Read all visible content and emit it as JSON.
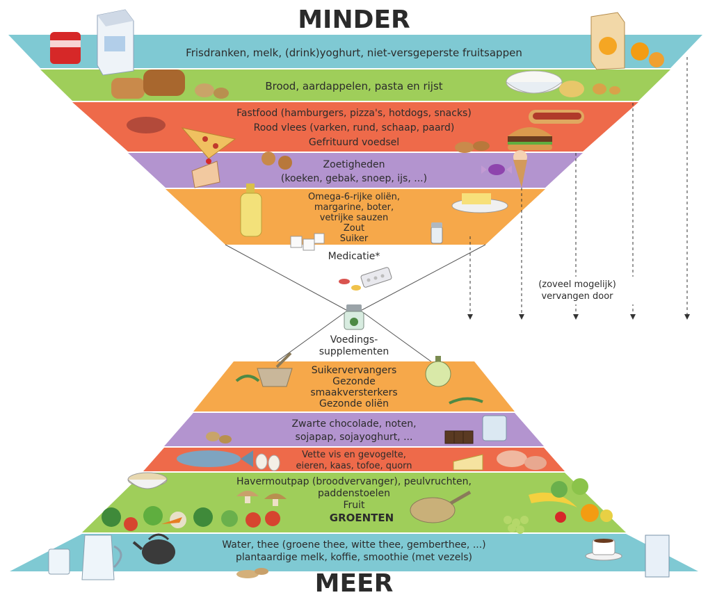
{
  "header": {
    "title": "MINDER"
  },
  "footer": {
    "title": "MEER"
  },
  "top_bands": [
    {
      "lines": [
        "Frisdranken, melk, (drink)yoghurt, niet-versgeperste fruitsappen"
      ],
      "color": "#7fc9d3"
    },
    {
      "lines": [
        "Brood, aardappelen, pasta en rijst"
      ],
      "color": "#9fce5a"
    },
    {
      "lines": [
        "Fastfood (hamburgers, pizza's, hotdogs, snacks)",
        "Rood vlees (varken, rund, schaap, paard)",
        "Gefrituurd voedsel"
      ],
      "color": "#ee6a4a"
    },
    {
      "lines": [
        "Zoetigheden",
        "(koeken, gebak, snoep, ijs, ...)"
      ],
      "color": "#b394cf"
    },
    {
      "lines": [
        "Omega-6-rijke oliën,",
        "margarine, boter,",
        "vetrijke sauzen",
        "Zout",
        "Suiker"
      ],
      "color": "#f6a84a"
    }
  ],
  "medication": {
    "label": "Medicatie*"
  },
  "supplements": {
    "lines": [
      "Voedings-",
      "supplementen"
    ]
  },
  "bottom_bands": [
    {
      "lines": [
        "Suikervervangers",
        "Gezonde",
        "smaakversterkers",
        "Gezonde oliën"
      ],
      "color": "#f6a84a"
    },
    {
      "lines": [
        "Zwarte chocolade, noten,",
        "sojapap, sojayoghurt, ..."
      ],
      "color": "#b394cf"
    },
    {
      "lines": [
        "Vette vis en gevogelte,",
        "eieren, kaas, tofoe, quorn"
      ],
      "color": "#ee6a4a"
    },
    {
      "lines": [
        "Havermoutpap (broodvervanger), peulvruchten,",
        "paddenstoelen",
        "Fruit",
        "GROENTEN"
      ],
      "color": "#9fce5a"
    },
    {
      "lines": [
        "Water, thee (groene thee, witte thee, gemberthee, ...)",
        "plantaardige melk, koffie, smoothie (met vezels)"
      ],
      "color": "#7fc9d3"
    }
  ],
  "replace_note": {
    "lines": [
      "(zoveel mogelijk)",
      "vervangen door"
    ]
  },
  "icons": [
    "cola-can-icon",
    "milk-carton-icon",
    "juice-carton-icon",
    "orange-icon",
    "bread-icon",
    "potato-icon",
    "rice-bowl-icon",
    "pasta-icon",
    "sausage-icon",
    "pizza-icon",
    "hotdog-icon",
    "hamburger-icon",
    "cookie-icon",
    "cake-icon",
    "candy-icon",
    "ice-cream-icon",
    "oil-bottle-icon",
    "butter-icon",
    "sugar-cubes-icon",
    "salt-shaker-icon",
    "pills-icon",
    "supplement-jar-icon",
    "mortar-icon",
    "olive-oil-icon",
    "herbs-icon",
    "nuts-icon",
    "chocolate-icon",
    "soy-yoghurt-icon",
    "fish-icon",
    "eggs-icon",
    "cheese-icon",
    "chicken-icon",
    "oatmeal-bowl-icon",
    "mushroom-icon",
    "legumes-scoop-icon",
    "vegetables-icon",
    "fruit-icon",
    "teapot-icon",
    "water-glass-icon",
    "pitcher-icon",
    "coffee-cup-icon",
    "plant-milk-carton-icon",
    "ginger-icon"
  ]
}
